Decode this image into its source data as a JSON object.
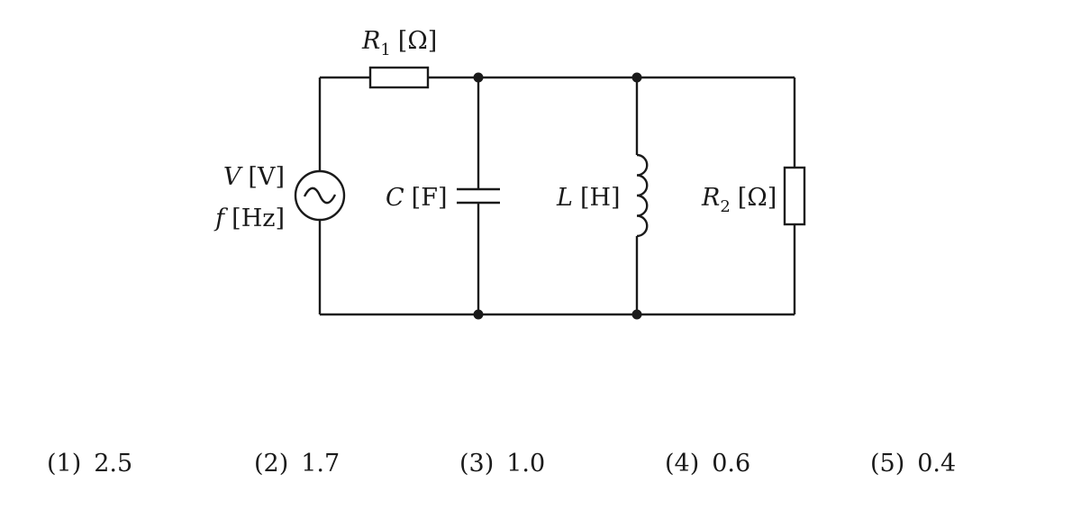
{
  "circuit": {
    "r1": {
      "symbol": "R",
      "subscript": "1",
      "unit": "[Ω]"
    },
    "capacitor": {
      "symbol": "C",
      "unit": "[F]"
    },
    "inductor": {
      "symbol": "L",
      "unit": "[H]"
    },
    "r2": {
      "symbol": "R",
      "subscript": "2",
      "unit": "[Ω]"
    },
    "source": {
      "voltage_symbol": "V",
      "voltage_unit": "[V]",
      "freq_symbol": "f",
      "freq_unit": "[Hz]"
    }
  },
  "choices": [
    {
      "num": "(1)",
      "value": "2.5"
    },
    {
      "num": "(2)",
      "value": "1.7"
    },
    {
      "num": "(3)",
      "value": "1.0"
    },
    {
      "num": "(4)",
      "value": "0.6"
    },
    {
      "num": "(5)",
      "value": "0.4"
    }
  ]
}
